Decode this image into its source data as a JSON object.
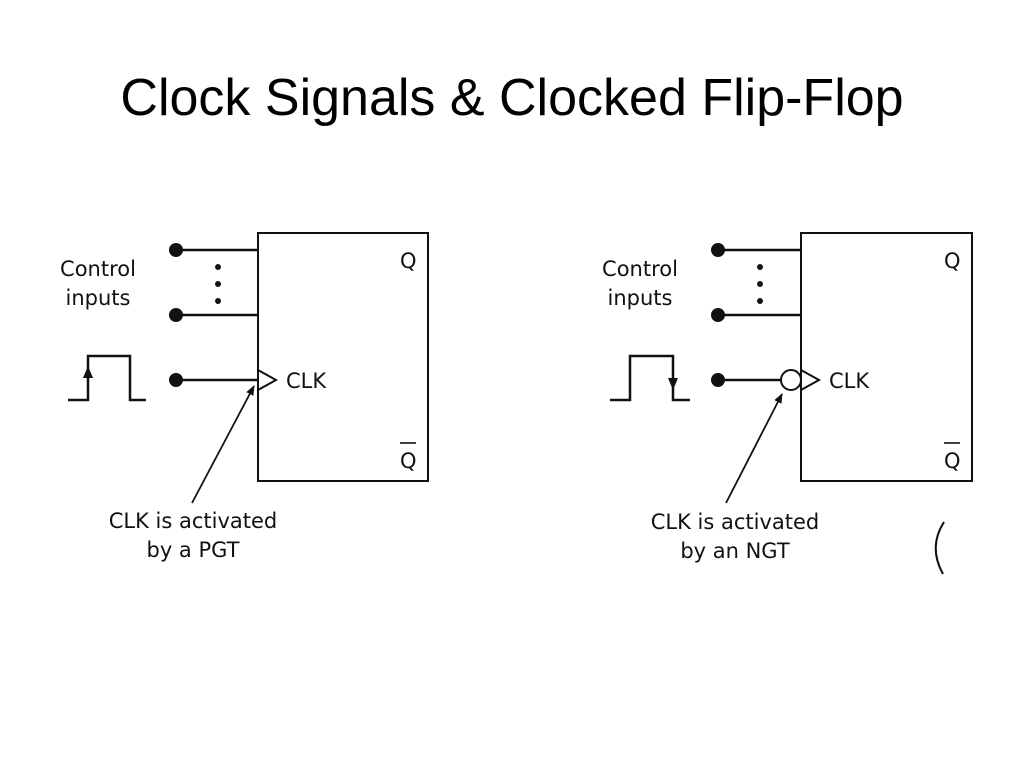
{
  "slide": {
    "title": "Clock Signals & Clocked Flip-Flop"
  },
  "diagrams": [
    {
      "id": "pgt",
      "control_label_line1": "Control",
      "control_label_line2": "inputs",
      "q_label": "Q",
      "q_bar_label": "Q",
      "clk_label": "CLK",
      "caption_line1": "CLK is activated",
      "caption_line2": "by a PGT"
    },
    {
      "id": "ngt",
      "control_label_line1": "Control",
      "control_label_line2": "inputs",
      "q_label": "Q",
      "q_bar_label": "Q",
      "clk_label": "CLK",
      "caption_line1": "CLK is activated",
      "caption_line2": "by an NGT"
    }
  ]
}
